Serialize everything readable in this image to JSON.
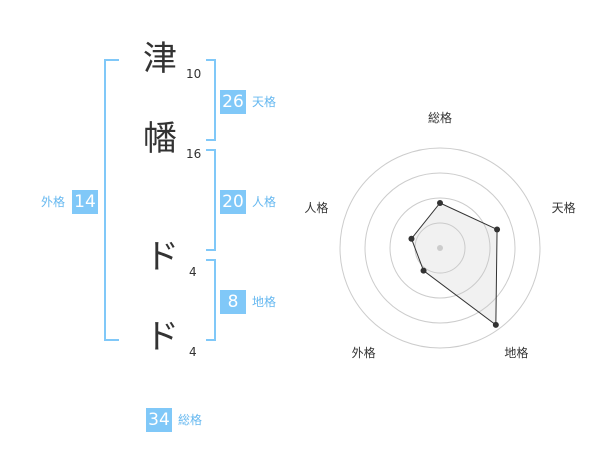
{
  "name_chars": [
    {
      "char": "津",
      "strokes": "10"
    },
    {
      "char": "幡",
      "strokes": "16"
    },
    {
      "char": "ド",
      "strokes": "4"
    },
    {
      "char": "ド",
      "strokes": "4"
    }
  ],
  "kakusu": {
    "tenkaku": {
      "value": "26",
      "label": "天格"
    },
    "jinkaku": {
      "value": "20",
      "label": "人格"
    },
    "chikaku": {
      "value": "8",
      "label": "地格"
    },
    "gaikaku": {
      "value": "14",
      "label": "外格"
    },
    "soukaku": {
      "value": "34",
      "label": "総格"
    }
  },
  "colors": {
    "accent": "#80c8f8",
    "bracket": "#80c8f8",
    "text": "#333333"
  },
  "chart_data": {
    "type": "radar",
    "axes": [
      "総格",
      "天格",
      "地格",
      "外格",
      "人格"
    ],
    "values": [
      0.45,
      0.6,
      0.95,
      0.28,
      0.3
    ],
    "rings": 4
  }
}
